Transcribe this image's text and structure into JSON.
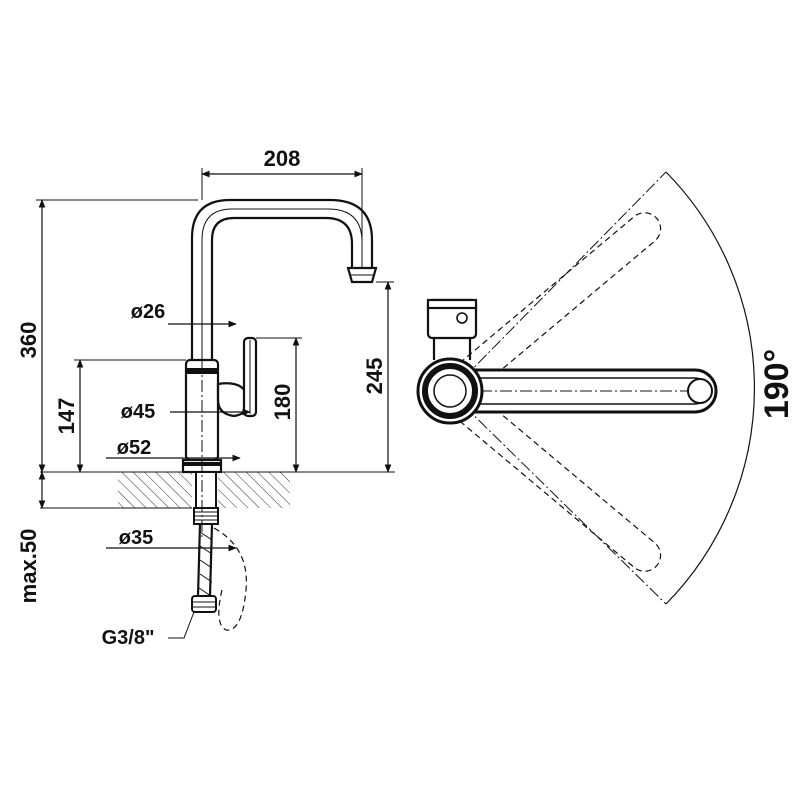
{
  "dimensions": {
    "width_top": "208",
    "total_height": "360",
    "spout_height": "245",
    "lever_height": "180",
    "body_height": "147",
    "max_counter": "max.50",
    "dia_spout": "ø26",
    "dia_lever": "ø45",
    "dia_base": "ø52",
    "dia_shank": "ø35",
    "thread": "G3/8\"",
    "swivel_angle": "190°"
  }
}
